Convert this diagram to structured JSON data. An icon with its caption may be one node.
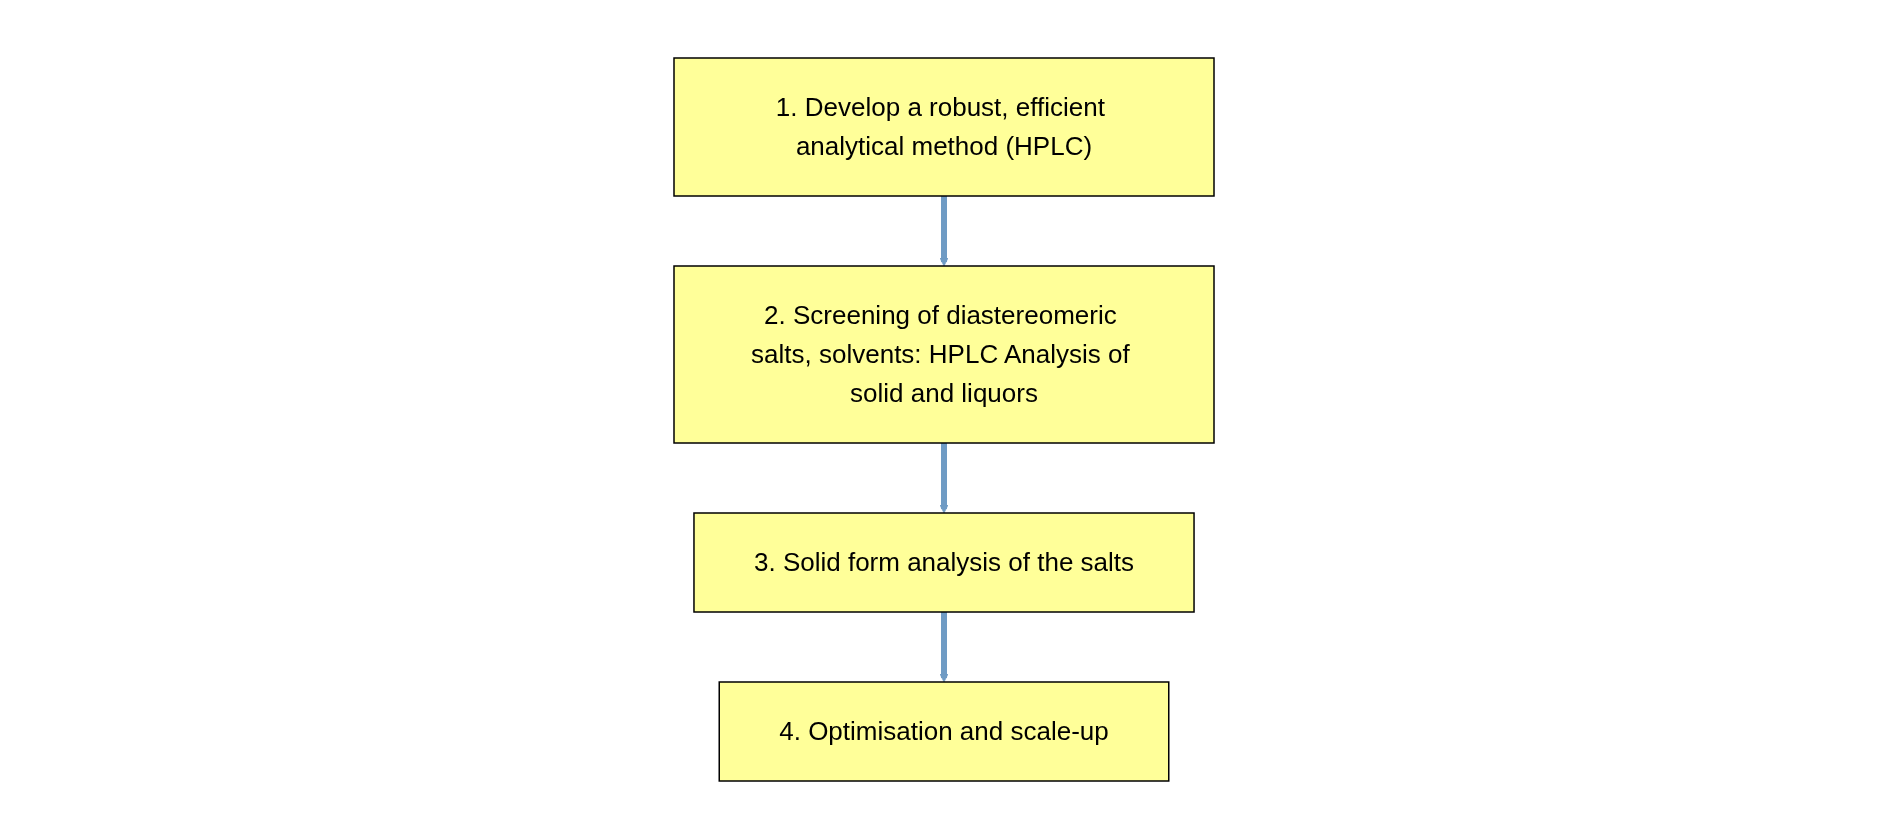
{
  "diagram": {
    "nodes": [
      {
        "text": [
          "1. Develop a robust, efficient analytical method (HPLC)"
        ]
      },
      {
        "text": [
          "2. Screening of diastereomeric salts, solvents: HPLC Analysis of solid and liquors"
        ]
      },
      {
        "text": [
          "3. Solid form analysis of the salts"
        ]
      },
      {
        "text": [
          "4. Optimisation and scale-up"
        ]
      }
    ],
    "edges": [
      {
        "from": 0,
        "to": 1,
        "arrow": "to"
      },
      {
        "from": 1,
        "to": 2,
        "arrow": "to"
      },
      {
        "from": 2,
        "to": 3,
        "arrow": "to"
      }
    ]
  }
}
